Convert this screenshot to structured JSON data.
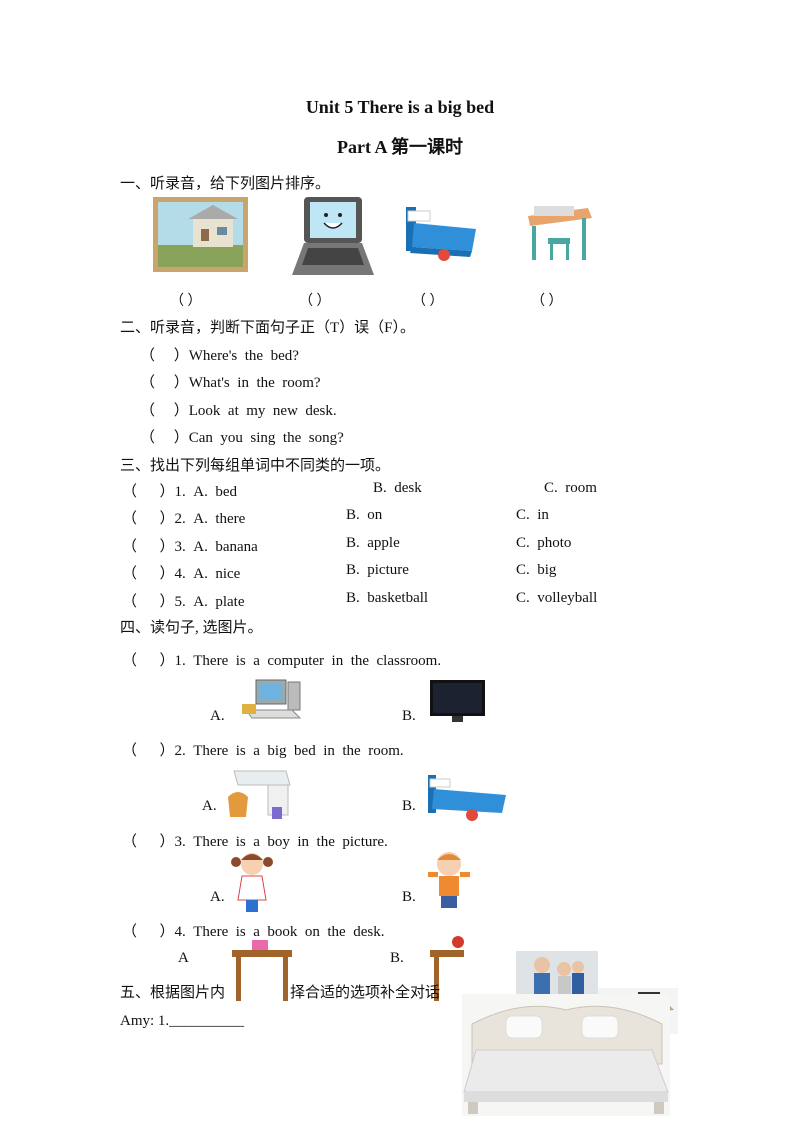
{
  "title": "Unit  5    There  is  a  big  bed",
  "subtitle": "Part A  第一课时",
  "s1": {
    "heading": "一、听录音，给下列图片排序。",
    "blanks": [
      "（     ）",
      "（     ）",
      "（     ）",
      "（     ）"
    ],
    "images": [
      "house-picture-icon",
      "laptop-icon",
      "bed-icon",
      "desk-chair-icon"
    ]
  },
  "s2": {
    "heading": "二、听录音，判断下面句子正（T）误（F）。",
    "items": [
      "（     ）Where's  the  bed?",
      "（     ）What's  in  the  room?",
      "（     ）Look  at  my  new  desk.",
      "（     ）Can  you  sing  the  song?"
    ]
  },
  "s3": {
    "heading": "三、找出下列每组单词中不同类的一项。",
    "rows": [
      {
        "num": "（      ）1.  A.  bed",
        "b": "B.  desk",
        "c": "C.  room"
      },
      {
        "num": "（      ）2.  A.  there",
        "b": "B.  on",
        "c": "C.  in"
      },
      {
        "num": "（      ）3.  A.  banana",
        "b": "B.  apple",
        "c": "C.  photo"
      },
      {
        "num": "（      ）4.  A.  nice",
        "b": "B.  picture",
        "c": "C.  big"
      },
      {
        "num": "（      ）5.  A.  plate",
        "b": "B.  basketball",
        "c": "C.  volleyball"
      }
    ]
  },
  "s4": {
    "heading": "四、读句子, 选图片。",
    "q1": "（      ）1.  There  is  a  computer  in  the  classroom.",
    "q2": "（      ）2.  There  is  a  big  bed  in  the  room.",
    "q3": "（      ）3.  There  is  a  boy  in  the  picture.",
    "q4": "（      ）4.  There  is  a  book  on  the  desk.",
    "optA": "A.",
    "optB": "B.",
    "optA_plain": "A",
    "icons": [
      "computer-icon",
      "tv-icon",
      "desk-icon",
      "bed-icon",
      "girl-icon",
      "boy-icon",
      "table-book-icon",
      "table-ball-icon"
    ]
  },
  "s5": {
    "heading": "五、根据图片内",
    "heading_rest": "择合适的选项补全对话",
    "amy": "Amy: 1.__________"
  }
}
